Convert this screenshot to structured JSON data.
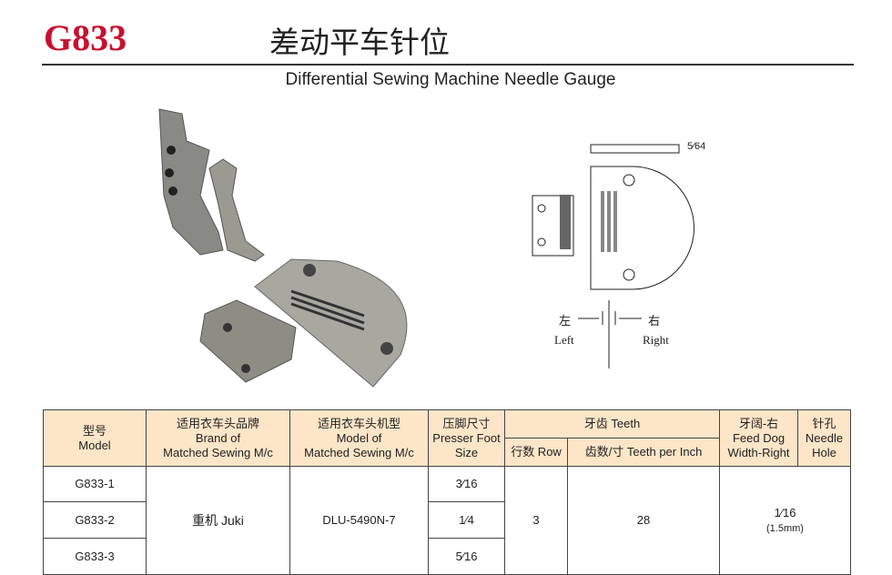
{
  "header": {
    "code": "G833",
    "title_cn": "差动平车针位",
    "title_en": "Differential Sewing Machine Needle Gauge"
  },
  "diagram": {
    "thickness": "5⁄64",
    "left_cn": "左",
    "right_cn": "右",
    "left_en": "Left",
    "right_en": "Right"
  },
  "table": {
    "headers": {
      "model_cn": "型号",
      "model_en": "Model",
      "brand_cn": "适用衣车头品牌",
      "brand_en1": "Brand of",
      "brand_en2": "Matched Sewing M/c",
      "mc_cn": "适用衣车头机型",
      "mc_en1": "Model of",
      "mc_en2": "Matched Sewing M/c",
      "foot_cn": "压脚尺寸",
      "foot_en1": "Presser Foot",
      "foot_en2": "Size",
      "teeth": "牙齿 Teeth",
      "row": "行数 Row",
      "tpi": "齿数/寸 Teeth per Inch",
      "width_cn": "牙阔-右",
      "width_en1": "Feed Dog",
      "width_en2": "Width-Right",
      "hole_cn": "针孔",
      "hole_en1": "Needle",
      "hole_en2": "Hole"
    },
    "rows": [
      {
        "model": "G833-1",
        "foot": "3⁄16"
      },
      {
        "model": "G833-2",
        "foot": "1⁄4"
      },
      {
        "model": "G833-3",
        "foot": "5⁄16"
      }
    ],
    "brand": "重机 Juki",
    "machine": "DLU-5490N-7",
    "row": "3",
    "tpi": "28",
    "width": "1⁄16",
    "width_mm": "(1.5mm)"
  }
}
